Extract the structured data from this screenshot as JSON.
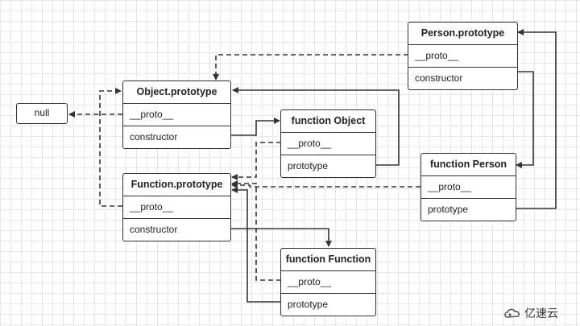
{
  "null_box": {
    "label": "null"
  },
  "boxes": {
    "object_prototype": {
      "title": "Object.prototype",
      "rows": [
        "__proto__",
        "constructor"
      ]
    },
    "function_prototype": {
      "title": "Function.prototype",
      "rows": [
        "__proto__",
        "constructor"
      ]
    },
    "function_object": {
      "title": "function Object",
      "rows": [
        "__proto__",
        "prototype"
      ]
    },
    "function_function": {
      "title": "function Function",
      "rows": [
        "__proto__",
        "prototype"
      ]
    },
    "person_prototype": {
      "title": "Person.prototype",
      "rows": [
        "__proto__",
        "constructor"
      ]
    },
    "function_person": {
      "title": "function Person",
      "rows": [
        "__proto__",
        "prototype"
      ]
    }
  },
  "edge_styles": {
    "proto_link": {
      "line": "dashed",
      "color": "#333333"
    },
    "constructor_prototype_link": {
      "line": "solid",
      "color": "#333333"
    }
  },
  "watermark": {
    "text": "亿速云",
    "icon": "cloud-logo-icon"
  }
}
